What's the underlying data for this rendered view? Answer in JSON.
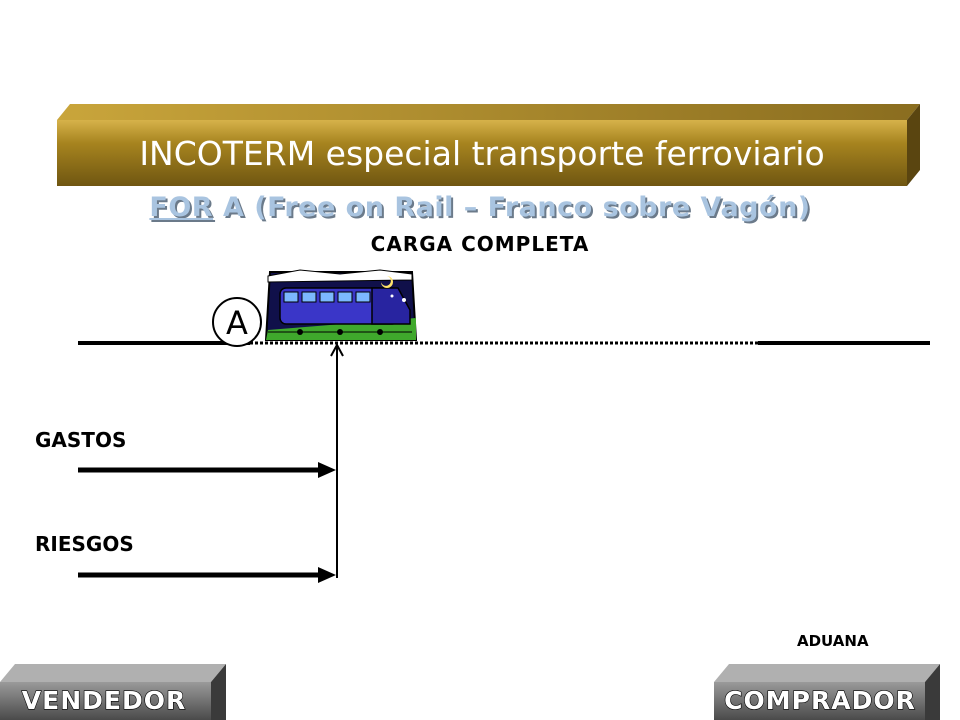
{
  "header": {
    "title": "INCOTERM especial transporte ferroviario",
    "bar_color": "#8a6d1f"
  },
  "subtitle": {
    "term": "FOR",
    "rest": " A (Free on Rail – Franco sobre Vagón)",
    "color": "#a9c4e0"
  },
  "load_type": "CARGA COMPLETA",
  "point_marker": "A",
  "rows": {
    "costs_label": "GASTOS",
    "risks_label": "RIESGOS"
  },
  "customs_label": "ADUANA",
  "parties": {
    "seller": "VENDEDOR",
    "buyer": "COMPRADOR"
  },
  "icons": {
    "train": "train-icon",
    "marker": "circle-letter-icon"
  }
}
